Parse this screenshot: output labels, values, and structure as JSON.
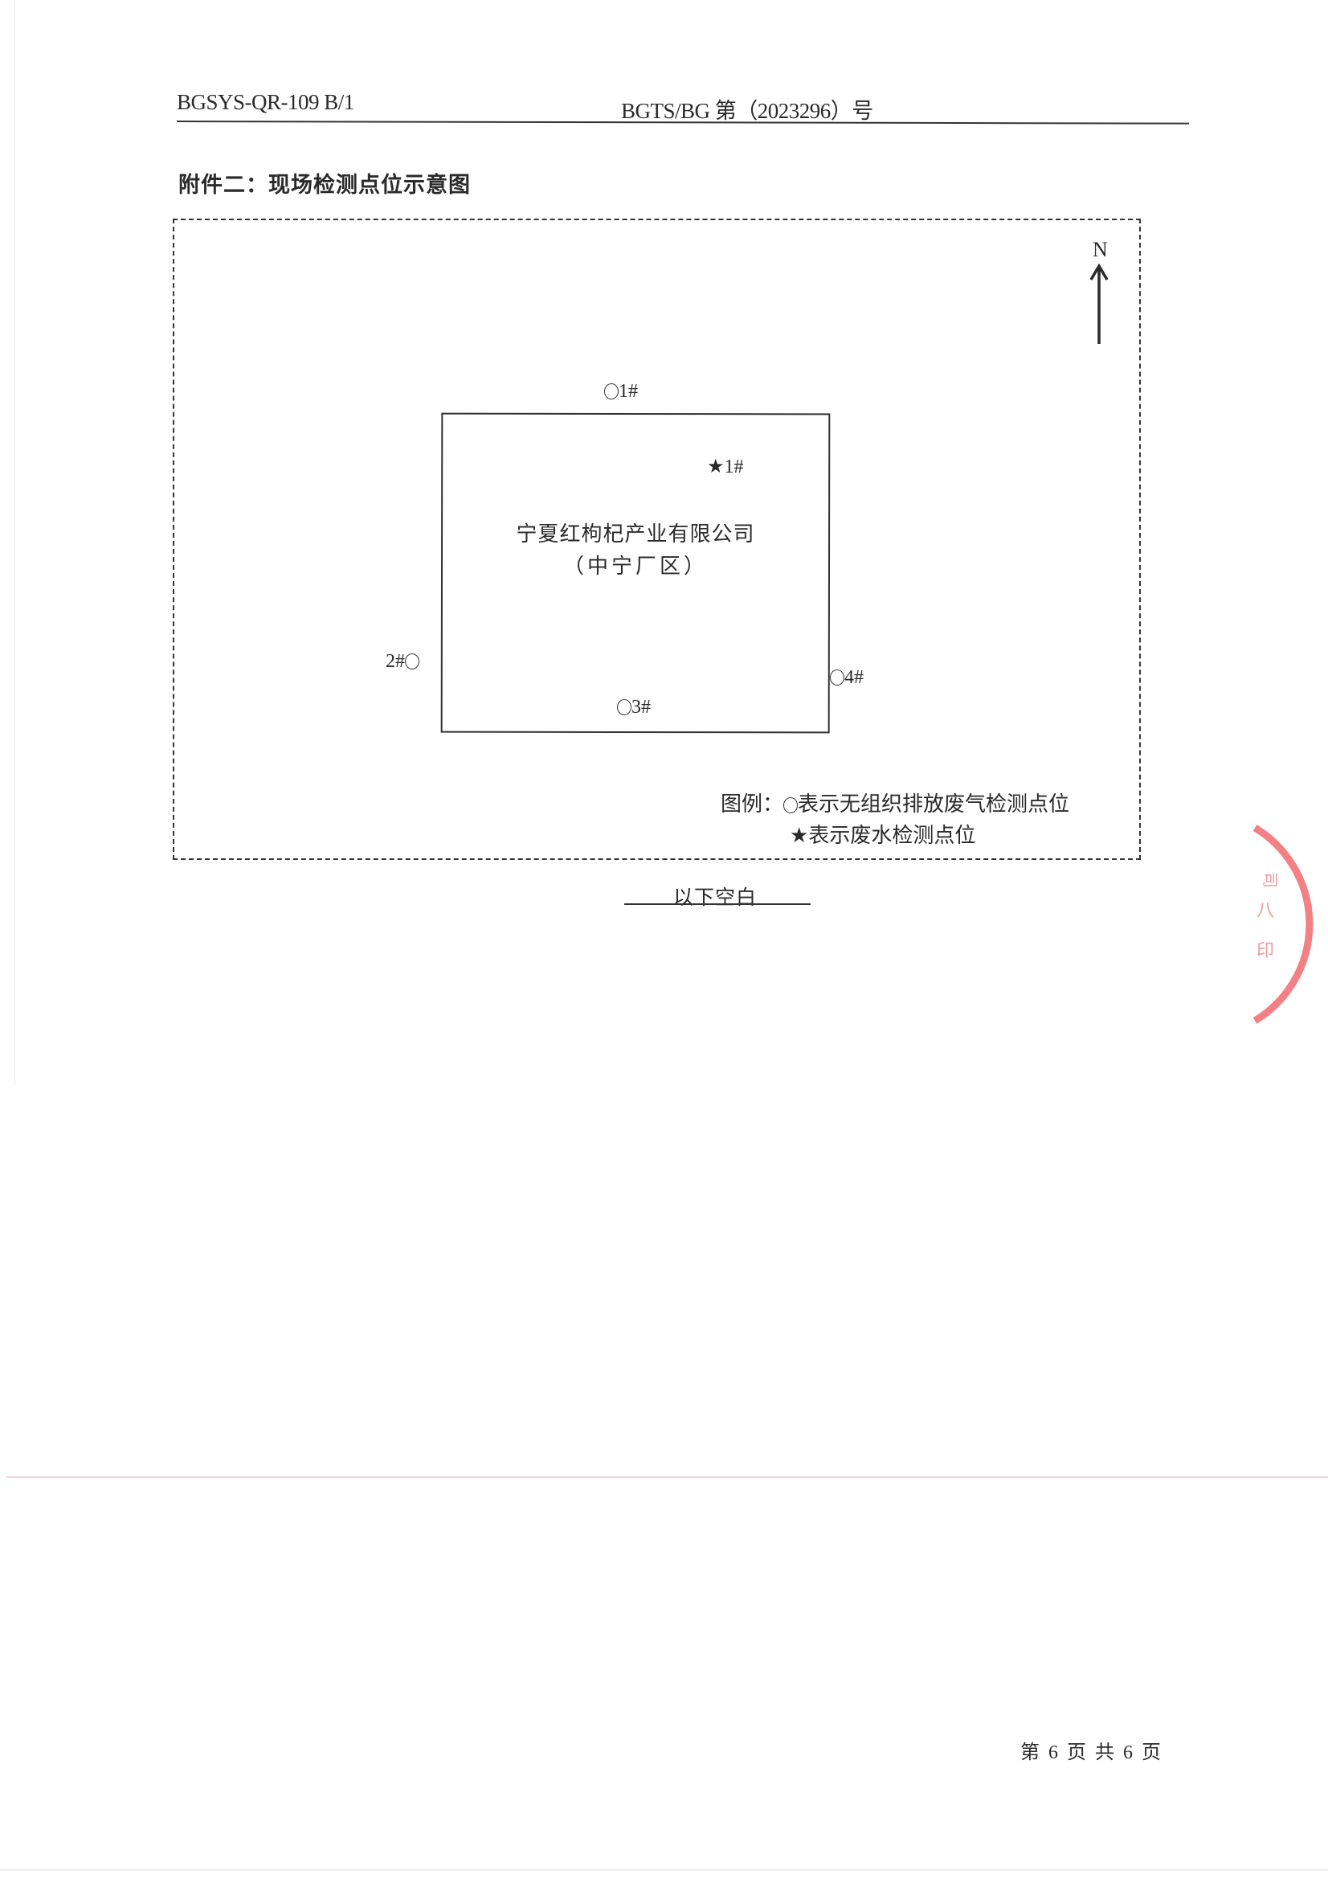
{
  "header": {
    "form_code": "BGSYS-QR-109 B/1",
    "report_number": "BGTS/BG 第（2023296）号"
  },
  "title": "附件二：现场检测点位示意图",
  "diagram": {
    "north_label": "N",
    "site": {
      "name": "宁夏红枸杞产业有限公司",
      "subname": "（中宁厂区）"
    },
    "points": [
      {
        "id": "1#",
        "type": "gas",
        "label": "1#",
        "position": "north"
      },
      {
        "id": "2#",
        "type": "gas",
        "label": "2#",
        "position": "southwest"
      },
      {
        "id": "3#",
        "type": "gas",
        "label": "3#",
        "position": "south"
      },
      {
        "id": "4#",
        "type": "gas",
        "label": "4#",
        "position": "southeast"
      },
      {
        "id": "★1#",
        "type": "wastewater",
        "label": "1#",
        "position": "inside-northeast"
      }
    ],
    "symbols": {
      "star": "★"
    },
    "legend": {
      "prefix": "图例：",
      "gas_text": "表示无组织排放废气检测点位",
      "water_text": "表示废水检测点位"
    }
  },
  "blank_note": "以下空白",
  "footer": {
    "w1": "第",
    "current_page": "6",
    "w2": "页",
    "w3": "共",
    "total_pages": "6",
    "w4": "页"
  },
  "colors": {
    "ink": "#2a2a2a",
    "seal_red": "#f06a70"
  }
}
